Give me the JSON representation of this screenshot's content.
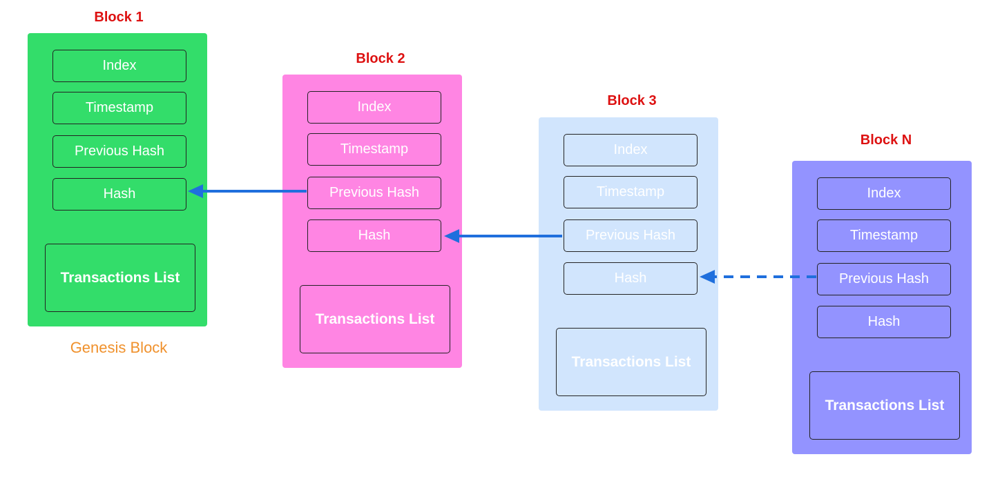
{
  "colors": {
    "block1": "#33dd6a",
    "block2": "#ff85e3",
    "block3": "#d1e5fd",
    "blockN": "#9393ff",
    "title": "#dd1111",
    "caption": "#f0912c",
    "arrow": "#1f6fdd"
  },
  "blocks": [
    {
      "title": "Block 1",
      "fields": [
        "Index",
        "Timestamp",
        "Previous Hash",
        "Hash"
      ],
      "transactions": "Transactions List",
      "caption": "Genesis Block"
    },
    {
      "title": "Block 2",
      "fields": [
        "Index",
        "Timestamp",
        "Previous Hash",
        "Hash"
      ],
      "transactions": "Transactions List"
    },
    {
      "title": "Block 3",
      "fields": [
        "Index",
        "Timestamp",
        "Previous Hash",
        "Hash"
      ],
      "transactions": "Transactions List"
    },
    {
      "title": "Block N",
      "fields": [
        "Index",
        "Timestamp",
        "Previous Hash",
        "Hash"
      ],
      "transactions": "Transactions List"
    }
  ],
  "links": [
    {
      "from": "Block 2 Previous Hash",
      "to": "Block 1 Hash",
      "style": "solid"
    },
    {
      "from": "Block 3 Previous Hash",
      "to": "Block 2 Hash",
      "style": "solid"
    },
    {
      "from": "Block N Previous Hash",
      "to": "Block 3 Hash",
      "style": "dashed"
    }
  ]
}
